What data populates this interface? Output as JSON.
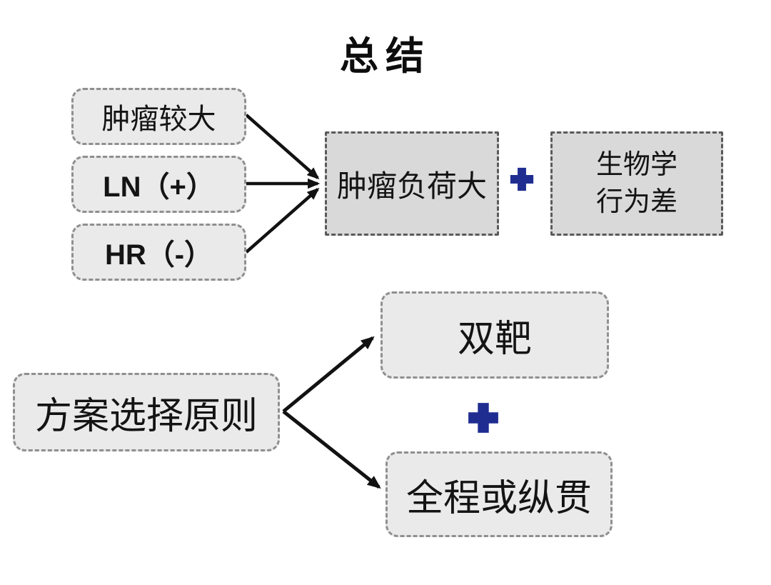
{
  "title": "总结",
  "colors": {
    "plus_navy": "#1f2d91",
    "arrow_black": "#121212",
    "box_light_fill": "#eaeaea",
    "box_dark_fill": "#d9d9d9"
  },
  "top_flow": {
    "causes": [
      {
        "label": "肿瘤较大"
      },
      {
        "label": "LN（+）"
      },
      {
        "label": "HR（-）"
      }
    ],
    "result_label": "肿瘤负荷大",
    "consequence_label": "生物学\n行为差",
    "plus_icon_name": "plus-cross-icon"
  },
  "bottom_flow": {
    "source_label": "方案选择原则",
    "option_top_label": "双靶",
    "option_bottom_label": "全程或纵贯",
    "plus_icon_name": "plus-cross-icon"
  },
  "edges": [
    {
      "from": "肿瘤较大",
      "to": "肿瘤负荷大"
    },
    {
      "from": "LN（+）",
      "to": "肿瘤负荷大"
    },
    {
      "from": "HR（-）",
      "to": "肿瘤负荷大"
    },
    {
      "from": "方案选择原则",
      "to": "双靶"
    },
    {
      "from": "方案选择原则",
      "to": "全程或纵贯"
    }
  ]
}
